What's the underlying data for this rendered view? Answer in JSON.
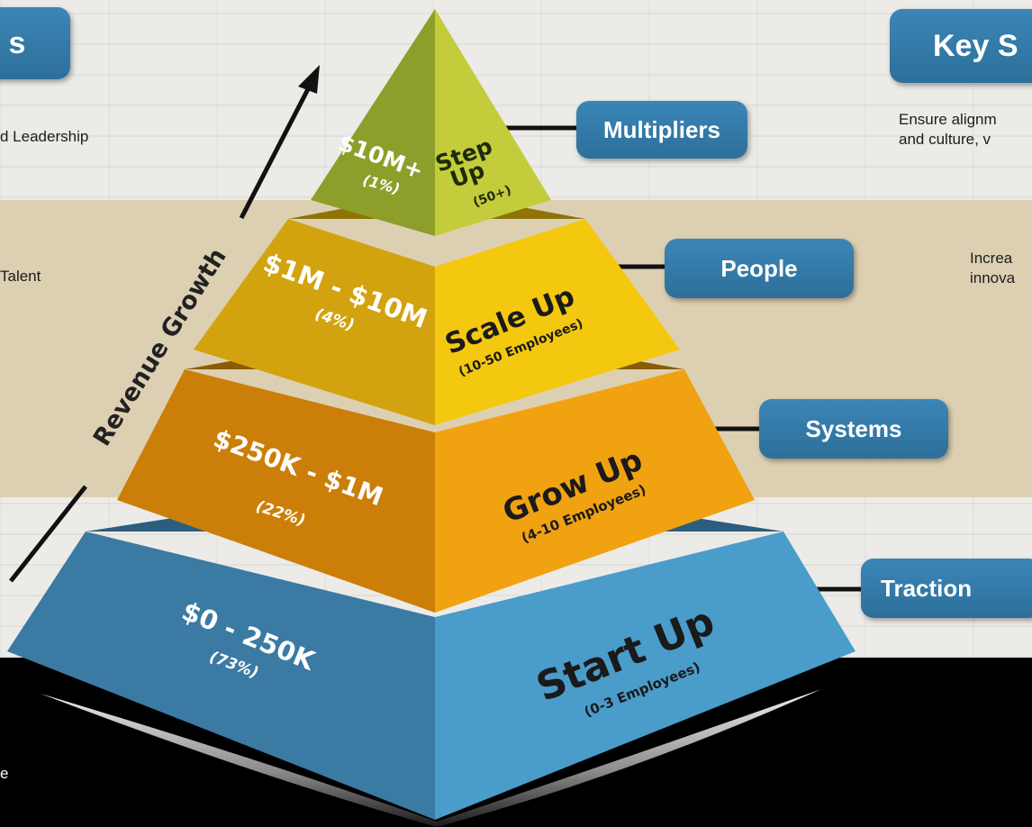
{
  "left_header": {
    "label": "s"
  },
  "right_header": {
    "label": "Key S"
  },
  "left_texts": {
    "leadership": "d Leadership",
    "talent": "Talent",
    "bottom": "e"
  },
  "right_texts": {
    "line1": "Ensure alignm",
    "line2": "and culture, v",
    "line3": "Increa",
    "line4": "innova"
  },
  "arrow_label": "Revenue Growth",
  "tiers": [
    {
      "revenue": "$10M+",
      "share": "(1%)",
      "stage_line1": "Step",
      "stage_line2": "Up",
      "employees": "(50+)",
      "card": "Multipliers"
    },
    {
      "revenue": "$1M - $10M",
      "share": "(4%)",
      "stage": "Scale Up",
      "employees": "(10-50 Employees)",
      "card": "People"
    },
    {
      "revenue": "$250K - $1M",
      "share": "(22%)",
      "stage": "Grow Up",
      "employees": "(4-10 Employees)",
      "card": "Systems"
    },
    {
      "revenue": "$0 - 250K",
      "share": "(73%)",
      "stage": "Start Up",
      "employees": "(0-3 Employees)",
      "card": "Traction"
    }
  ],
  "colors": {
    "tier1_left": "#8e9e2a",
    "tier1_right": "#c3cc3a",
    "tier2_left": "#d2a30e",
    "tier2_right": "#f4c80e",
    "tier3_left": "#cb7f08",
    "tier3_right": "#f1a210",
    "tier4_left": "#3a7aa3",
    "tier4_right": "#4a9cca",
    "card_blue": "#3179a9"
  }
}
